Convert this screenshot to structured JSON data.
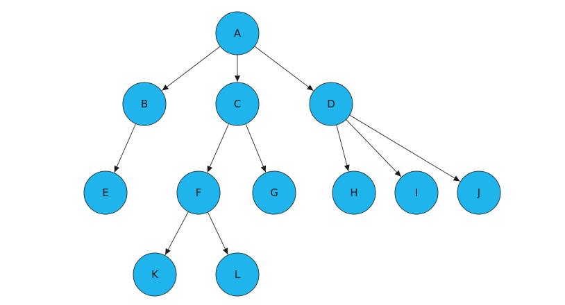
{
  "diagram": {
    "type": "tree",
    "root": "A",
    "node_fill": "#1fb5ec",
    "node_stroke": "#2c3a40",
    "edge_color": "#3a3a3a",
    "nodes": [
      {
        "id": "A",
        "label": "A"
      },
      {
        "id": "B",
        "label": "B"
      },
      {
        "id": "C",
        "label": "C"
      },
      {
        "id": "D",
        "label": "D"
      },
      {
        "id": "E",
        "label": "E"
      },
      {
        "id": "F",
        "label": "F"
      },
      {
        "id": "G",
        "label": "G"
      },
      {
        "id": "H",
        "label": "H"
      },
      {
        "id": "I",
        "label": "I"
      },
      {
        "id": "J",
        "label": "J"
      },
      {
        "id": "K",
        "label": "K"
      },
      {
        "id": "L",
        "label": "L"
      }
    ],
    "edges": [
      {
        "from": "A",
        "to": "B"
      },
      {
        "from": "A",
        "to": "C"
      },
      {
        "from": "A",
        "to": "D"
      },
      {
        "from": "B",
        "to": "E"
      },
      {
        "from": "C",
        "to": "F"
      },
      {
        "from": "C",
        "to": "G"
      },
      {
        "from": "D",
        "to": "H"
      },
      {
        "from": "D",
        "to": "I"
      },
      {
        "from": "D",
        "to": "J"
      },
      {
        "from": "F",
        "to": "K"
      },
      {
        "from": "F",
        "to": "L"
      }
    ]
  }
}
